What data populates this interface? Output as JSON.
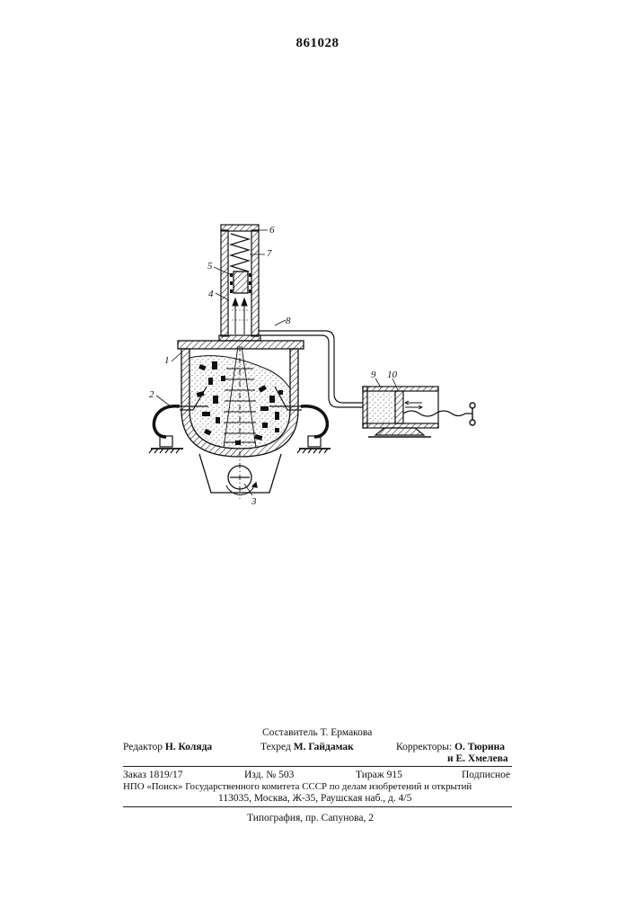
{
  "header": {
    "patent_number": "861028"
  },
  "figure": {
    "callouts": [
      "1",
      "2",
      "3",
      "4",
      "5",
      "6",
      "7",
      "8",
      "9",
      "10"
    ]
  },
  "imprint": {
    "compiler": "Составитель Т. Ермакова",
    "editor_label": "Редактор",
    "editor_name": "Н. Коляда",
    "techred_label": "Техред",
    "techred_name": "М. Гайдамак",
    "correctors_label": "Корректоры:",
    "corrector_1": "О. Тюрина",
    "corrector_2": "и Е. Хмелева",
    "order": "Заказ 1819/17",
    "edition": "Изд. № 503",
    "circulation": "Тираж 915",
    "subscription": "Подписное",
    "publisher_line": "НПО «Поиск» Государственного комитета СССР по делам изобретений и открытий",
    "address_line": "113035, Москва, Ж-35, Раушская наб., д. 4/5",
    "printer": "Типография, пр. Сапунова, 2"
  }
}
